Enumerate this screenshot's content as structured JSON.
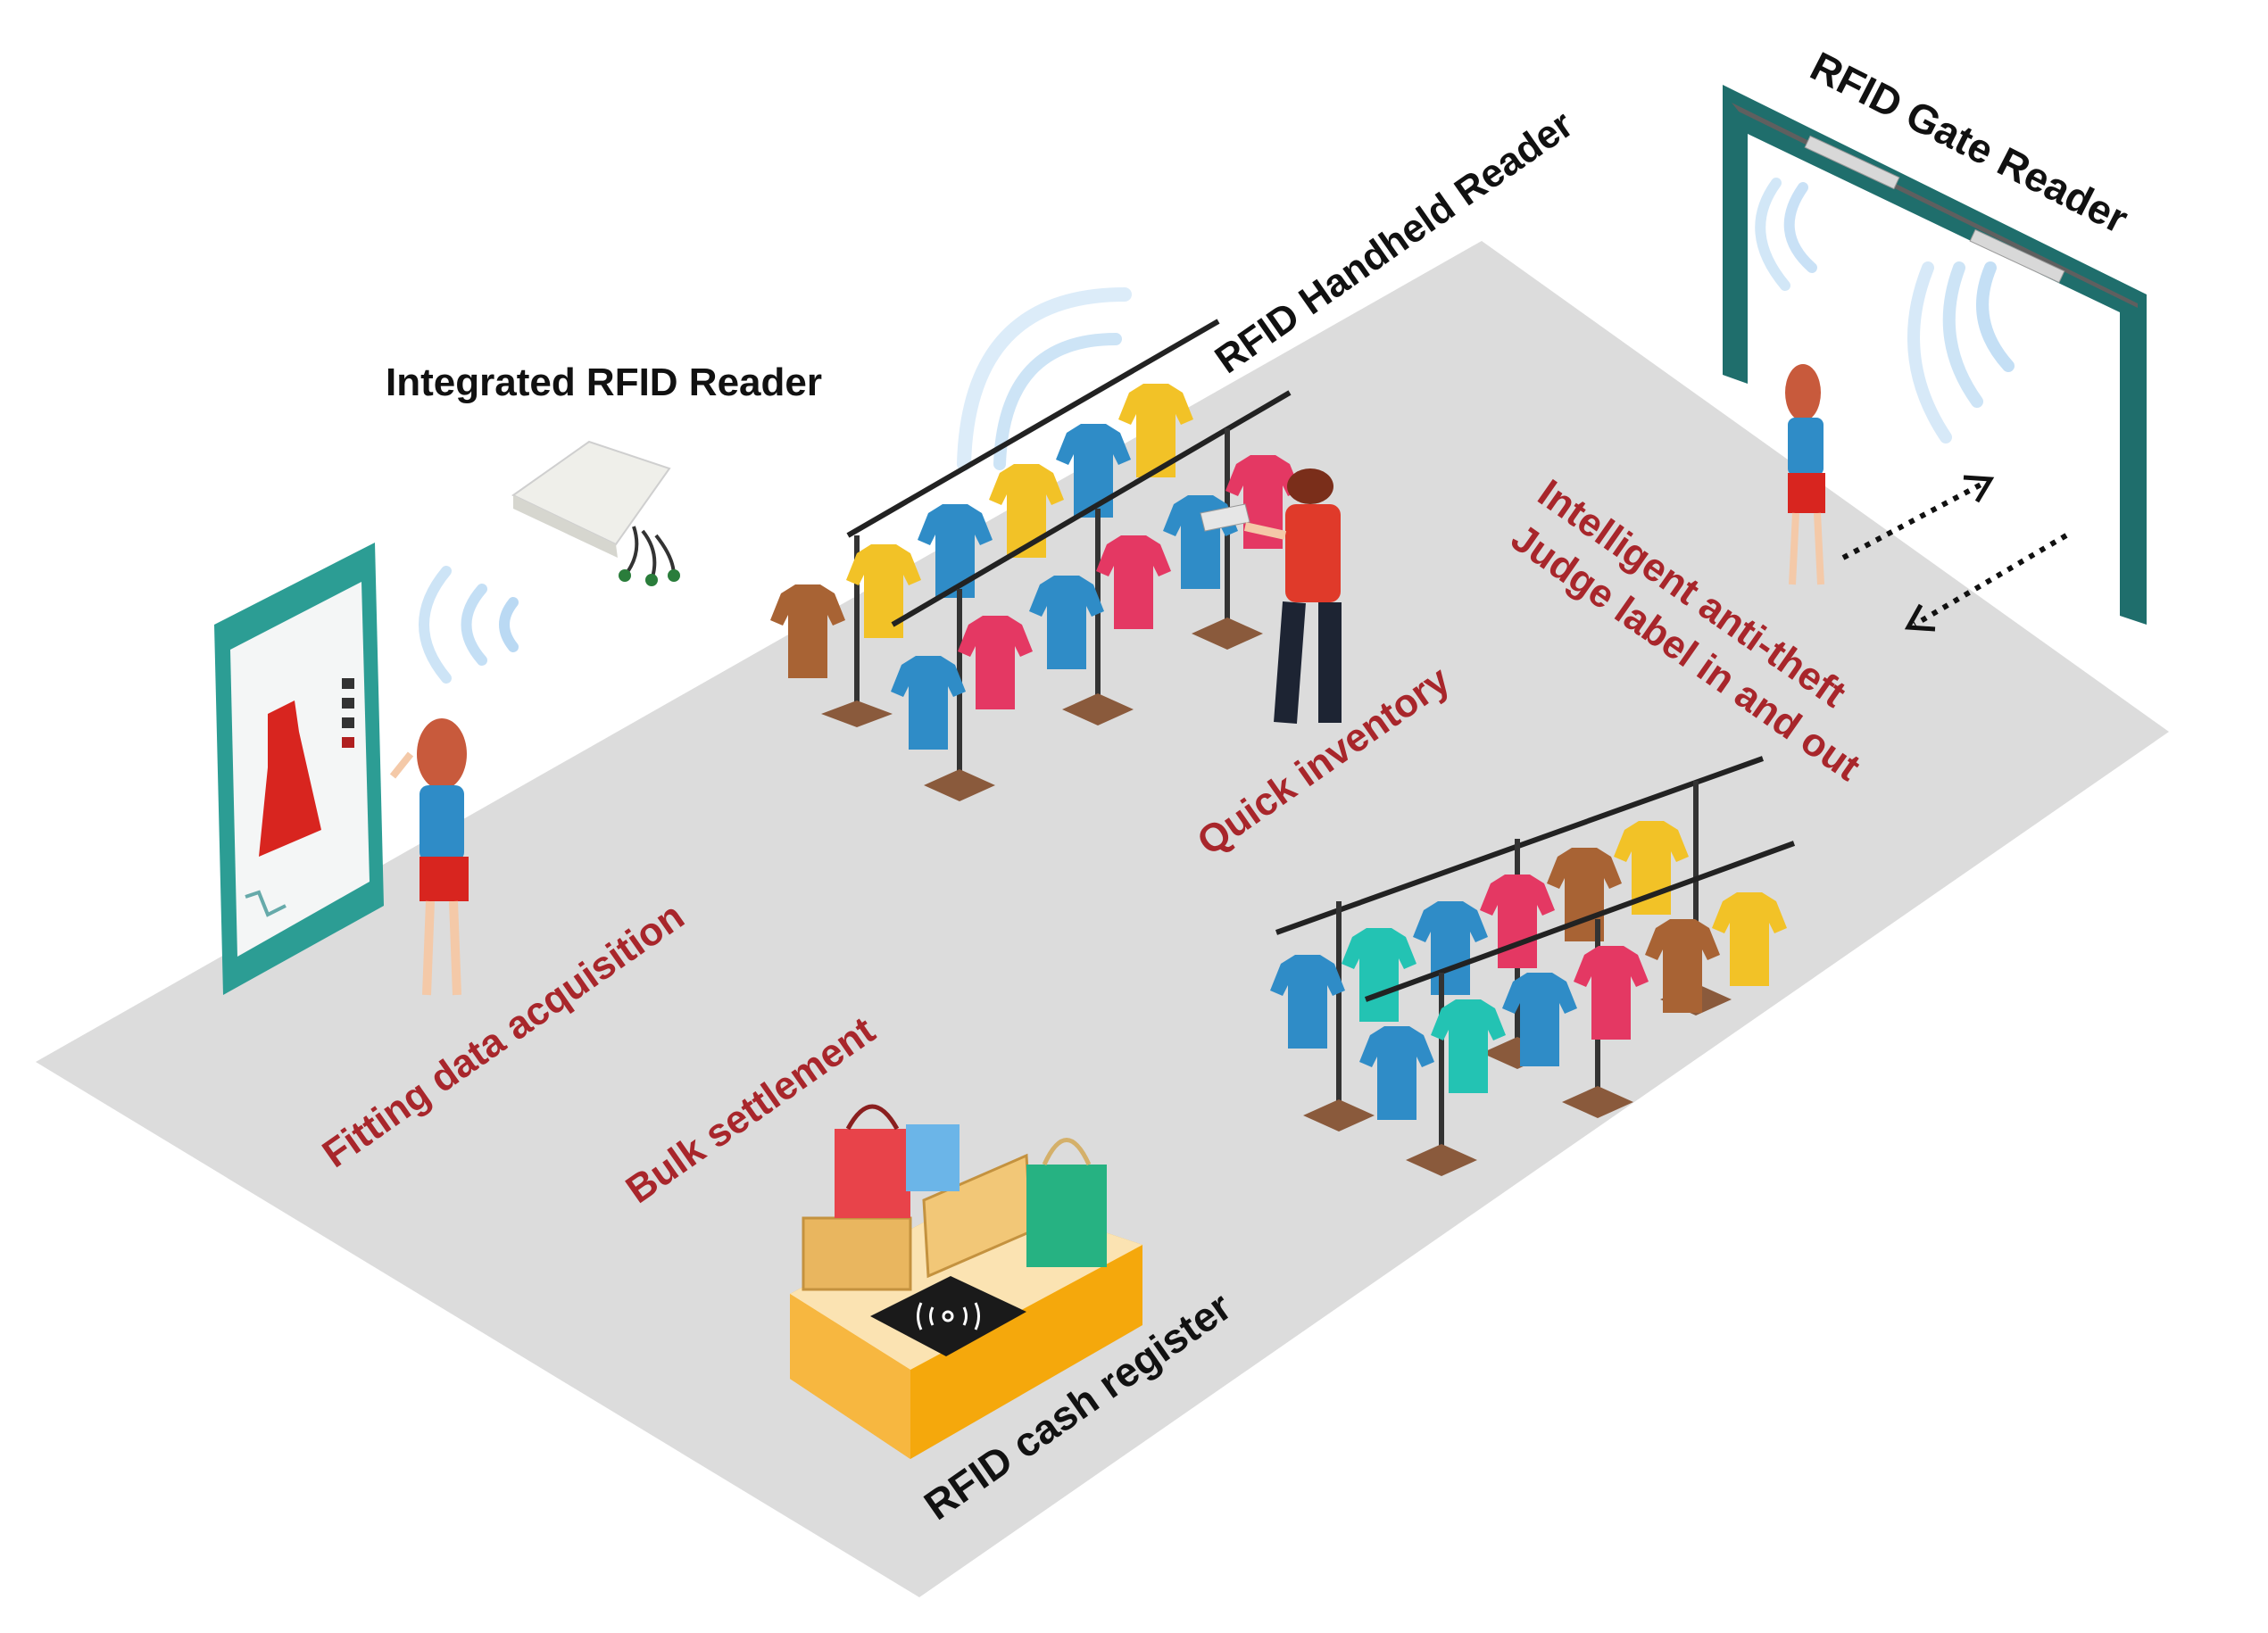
{
  "labels": {
    "integrated_reader": "Integrated RFID Reader",
    "handheld_reader": "RFID Handheld Reader",
    "gate_reader": "RFID Gate Reader",
    "anti_theft_line1": "Intelligent anti-theft",
    "anti_theft_line2": "Judge label in and out",
    "quick_inventory": "Quick inventory",
    "fitting_data": "Fitting data acquisition",
    "bulk_settlement": "Bulk settlement",
    "cash_register": "RFID cash register"
  },
  "colors": {
    "floor": "#dcdcdc",
    "label_black": "#111111",
    "label_red": "#a8262b",
    "gate_frame": "#1f6e6c",
    "gate_inner": "#5f5f5f",
    "mirror_frame": "#2c9d94",
    "counter_front": "#f5a80c",
    "counter_top": "#fbe3b2",
    "rack_base": "#8a5a3c",
    "shirt_blue": "#2f8cc7",
    "shirt_yellow": "#f2c227",
    "shirt_pink": "#e43863",
    "shirt_brown": "#a86334",
    "shirt_teal": "#23c3b3"
  },
  "icons": [
    "mirror-screen-icon",
    "cart-icon",
    "rfid-reader-device-icon",
    "rfid-wave-icon",
    "pad-wave-icon",
    "shopping-bag-icon",
    "box-icon",
    "person-icon",
    "handheld-scanner-icon",
    "arrow-in-icon",
    "arrow-out-icon"
  ]
}
